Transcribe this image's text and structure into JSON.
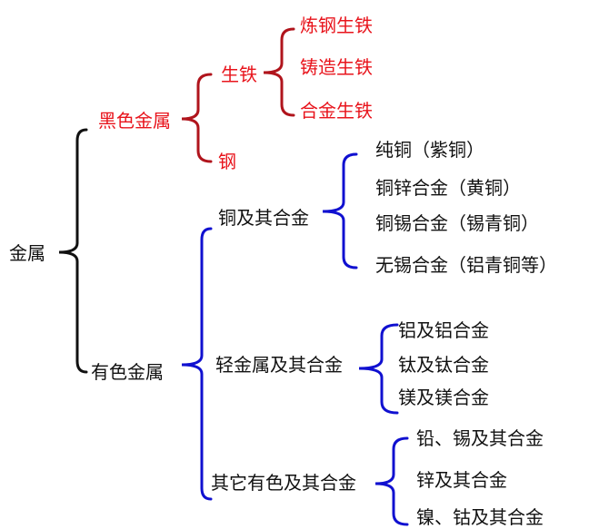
{
  "colors": {
    "red": "#e8141c",
    "dark_red": "#b0141c",
    "blue": "#1010d0",
    "black": "#111111"
  },
  "root": "金属",
  "ferrous": {
    "label": "黑色金属",
    "pig_iron": {
      "label": "生铁",
      "children": [
        "炼钢生铁",
        "铸造生铁",
        "合金生铁"
      ]
    },
    "steel": "钢"
  },
  "nonferrous": {
    "label": "有色金属",
    "copper": {
      "label": "铜及其合金",
      "children": [
        "纯铜（紫铜）",
        "铜锌合金（黄铜）",
        "铜锡合金（锡青铜）",
        "无锡合金（铝青铜等）"
      ]
    },
    "light": {
      "label": "轻金属及其合金",
      "children": [
        "铝及铝合金",
        "钛及钛合金",
        "镁及镁合金"
      ]
    },
    "other": {
      "label": "其它有色及其合金",
      "children": [
        "铅、锡及其合金",
        "锌及其合金",
        "镍、钴及其合金"
      ]
    }
  }
}
